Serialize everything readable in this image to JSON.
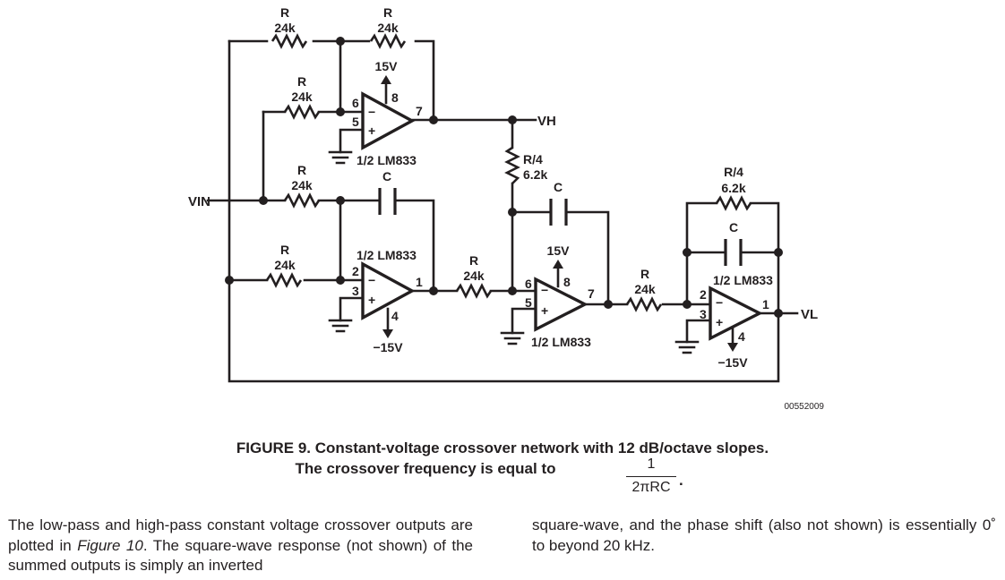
{
  "diagram": {
    "labels": {
      "r": "R",
      "r_value": "24k",
      "r4": "R/4",
      "r4_value": "6.2k",
      "c": "C",
      "pos_supply": "15V",
      "neg_supply": "−15V",
      "opamp": "1/2 LM833",
      "vin": "VIN",
      "vh": "VH",
      "vl": "VL",
      "fig_code": "00552009",
      "minus": "−",
      "plus": "+"
    },
    "pins": {
      "p1": "1",
      "p2": "2",
      "p3": "3",
      "p4": "4",
      "p5": "5",
      "p6": "6",
      "p7": "7",
      "p8": "8"
    }
  },
  "caption": {
    "line1": "FIGURE 9. Constant-voltage crossover network with 12 dB/octave slopes.",
    "line2": "The crossover frequency is equal to",
    "numerator": "1",
    "denominator": "2πRC",
    "period": "."
  },
  "body": {
    "left": {
      "before": "The low-pass and high-pass constant voltage crossover outputs are plotted in ",
      "link": "Figure 10",
      "after": ". The square-wave response (not shown) of the summed outputs is simply an inverted"
    },
    "right": "square-wave, and the phase shift (also not shown) is essentially 0˚ to beyond 20 kHz."
  }
}
